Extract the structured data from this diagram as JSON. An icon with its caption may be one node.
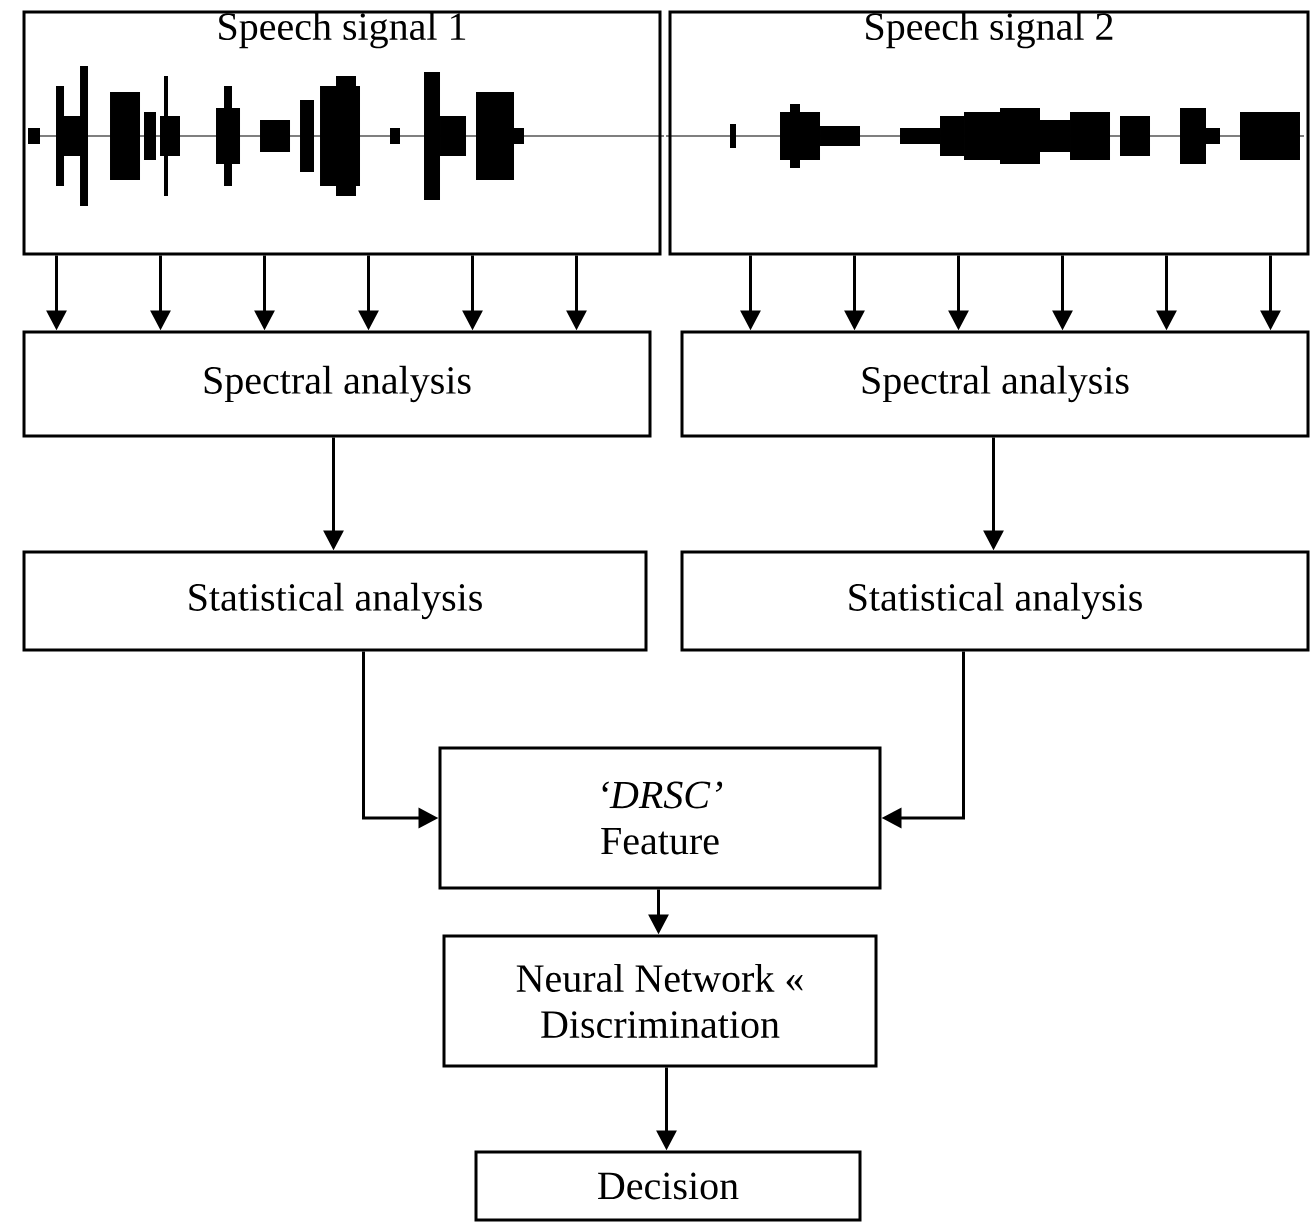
{
  "diagram": {
    "nodes": [
      {
        "text": [
          "Speech signal 1"
        ]
      },
      {
        "text": [
          "Speech signal 2"
        ]
      },
      {
        "text": [
          "Spectral analysis"
        ]
      },
      {
        "text": [
          "Spectral analysis"
        ]
      },
      {
        "text": [
          "Statistical analysis"
        ]
      },
      {
        "text": [
          "Statistical analysis"
        ]
      },
      {
        "text": [
          "‘DRSC’",
          "Feature"
        ]
      },
      {
        "text": [
          "Neural Network « Discrimination"
        ]
      },
      {
        "text": [
          "Decision"
        ]
      }
    ],
    "edges": [
      {
        "from": 0,
        "to": 2,
        "arrow": "to"
      },
      {
        "from": 0,
        "to": 2,
        "arrow": "to"
      },
      {
        "from": 0,
        "to": 2,
        "arrow": "to"
      },
      {
        "from": 0,
        "to": 2,
        "arrow": "to"
      },
      {
        "from": 0,
        "to": 2,
        "arrow": "to"
      },
      {
        "from": 0,
        "to": 2,
        "arrow": "to"
      },
      {
        "from": 1,
        "to": 3,
        "arrow": "to"
      },
      {
        "from": 1,
        "to": 3,
        "arrow": "to"
      },
      {
        "from": 1,
        "to": 3,
        "arrow": "to"
      },
      {
        "from": 1,
        "to": 3,
        "arrow": "to"
      },
      {
        "from": 1,
        "to": 3,
        "arrow": "to"
      },
      {
        "from": 1,
        "to": 3,
        "arrow": "to"
      },
      {
        "from": 2,
        "to": 4,
        "arrow": "to"
      },
      {
        "from": 3,
        "to": 5,
        "arrow": "to"
      },
      {
        "from": 4,
        "to": 6,
        "arrow": "to"
      },
      {
        "from": 5,
        "to": 6,
        "arrow": "to"
      },
      {
        "from": 6,
        "to": 7,
        "arrow": "to"
      },
      {
        "from": 7,
        "to": 8,
        "arrow": "to"
      }
    ]
  }
}
